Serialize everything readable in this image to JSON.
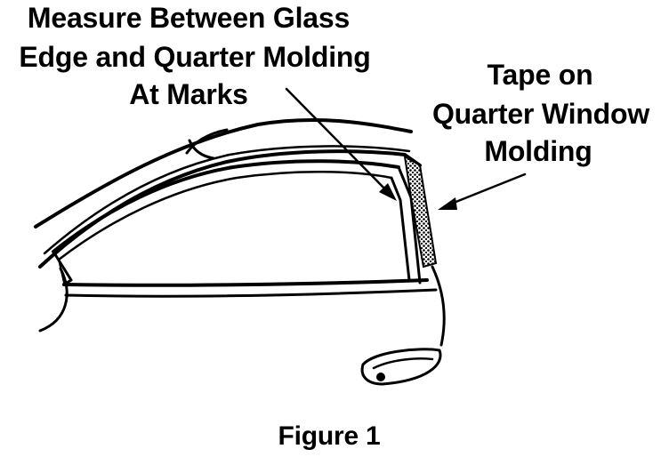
{
  "figure": {
    "callouts": {
      "measure": {
        "line1": "Measure Between Glass",
        "line2": "Edge and Quarter Molding",
        "line3": "At Marks"
      },
      "tape": {
        "line1": "Tape on",
        "line2": "Quarter Window",
        "line3": "Molding"
      }
    },
    "caption": "Figure 1",
    "colors": {
      "ink": "#000000",
      "paper": "#ffffff"
    }
  }
}
